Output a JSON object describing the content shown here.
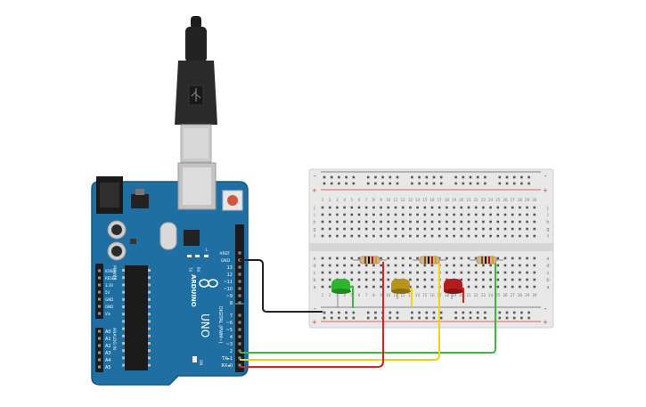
{
  "board": {
    "logo": "ARDUINO",
    "model": "UNO",
    "digital_title": "DIGITAL (PWM~)",
    "power_title": "POWER",
    "analog_title": "ANALOG IN",
    "labels": {
      "aref": "AREF",
      "gnd": "GND",
      "d13": "13",
      "d12": "12",
      "d11": "~11",
      "d10": "~10",
      "d9": "~9",
      "d8": "8",
      "d7": "7",
      "d6": "~6",
      "d5": "~5",
      "d4": "4",
      "d3": "~3",
      "d2": "2",
      "tx": "TX▸1",
      "rx": "RX◂0",
      "ioref": "IOREF",
      "reset": "RESET",
      "v33": "3.3V",
      "v5": "5V",
      "gnd1": "GND",
      "gnd2": "GND",
      "vin": "Vin",
      "a0": "A0",
      "a1": "A1",
      "a2": "A2",
      "a3": "A3",
      "a4": "A4",
      "a5": "A5",
      "tx_led": "TX",
      "rx_led": "RX",
      "l_led": "L",
      "on_led": "ON"
    }
  },
  "breadboard": {
    "plus": "+",
    "minus": "-",
    "rows_top": [
      "j",
      "i",
      "h",
      "g",
      "f"
    ],
    "rows_bottom": [
      "e",
      "d",
      "c",
      "b",
      "a"
    ],
    "columns": [
      "1",
      "2",
      "3",
      "4",
      "5",
      "6",
      "7",
      "8",
      "9",
      "10",
      "11",
      "12",
      "13",
      "14",
      "15",
      "16",
      "17",
      "18",
      "19",
      "20",
      "21",
      "22",
      "23",
      "24",
      "25",
      "26",
      "27",
      "28",
      "29",
      "30"
    ]
  },
  "components": {
    "leds": [
      {
        "name": "green-led",
        "color": "#2db52d"
      },
      {
        "name": "yellow-led",
        "color": "#b8941a"
      },
      {
        "name": "red-led",
        "color": "#b51d1d"
      }
    ],
    "wire_colors": {
      "ground": "#222222",
      "green": "#3db73d",
      "yellow": "#f2d214",
      "red": "#e02020"
    }
  }
}
